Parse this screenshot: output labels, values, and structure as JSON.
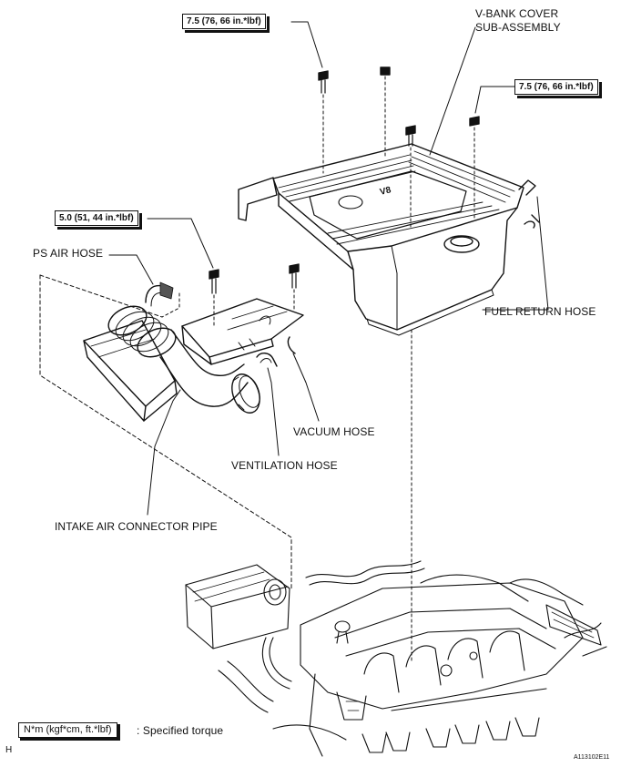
{
  "labels": {
    "vbank_cover": [
      "V-BANK COVER",
      "SUB-ASSEMBLY"
    ],
    "fuel_return_hose": "FUEL RETURN HOSE",
    "ps_air_hose": "PS AIR HOSE",
    "vacuum_hose": "VACUUM HOSE",
    "ventilation_hose": "VENTILATION HOSE",
    "intake_air_connector_pipe": "INTAKE AIR CONNECTOR PIPE"
  },
  "torques": {
    "top_left": "7.5 (76, 66 in.*lbf)",
    "top_right": "7.5 (76, 66 in.*lbf)",
    "middle_left": "5.0 (51, 44 in.*lbf)"
  },
  "legend": {
    "box": "N*m (kgf*cm, ft.*lbf)",
    "text": ": Specified torque"
  },
  "corner_letter": "H",
  "figure_code": "A113102E11",
  "cover_emblem": "V8"
}
